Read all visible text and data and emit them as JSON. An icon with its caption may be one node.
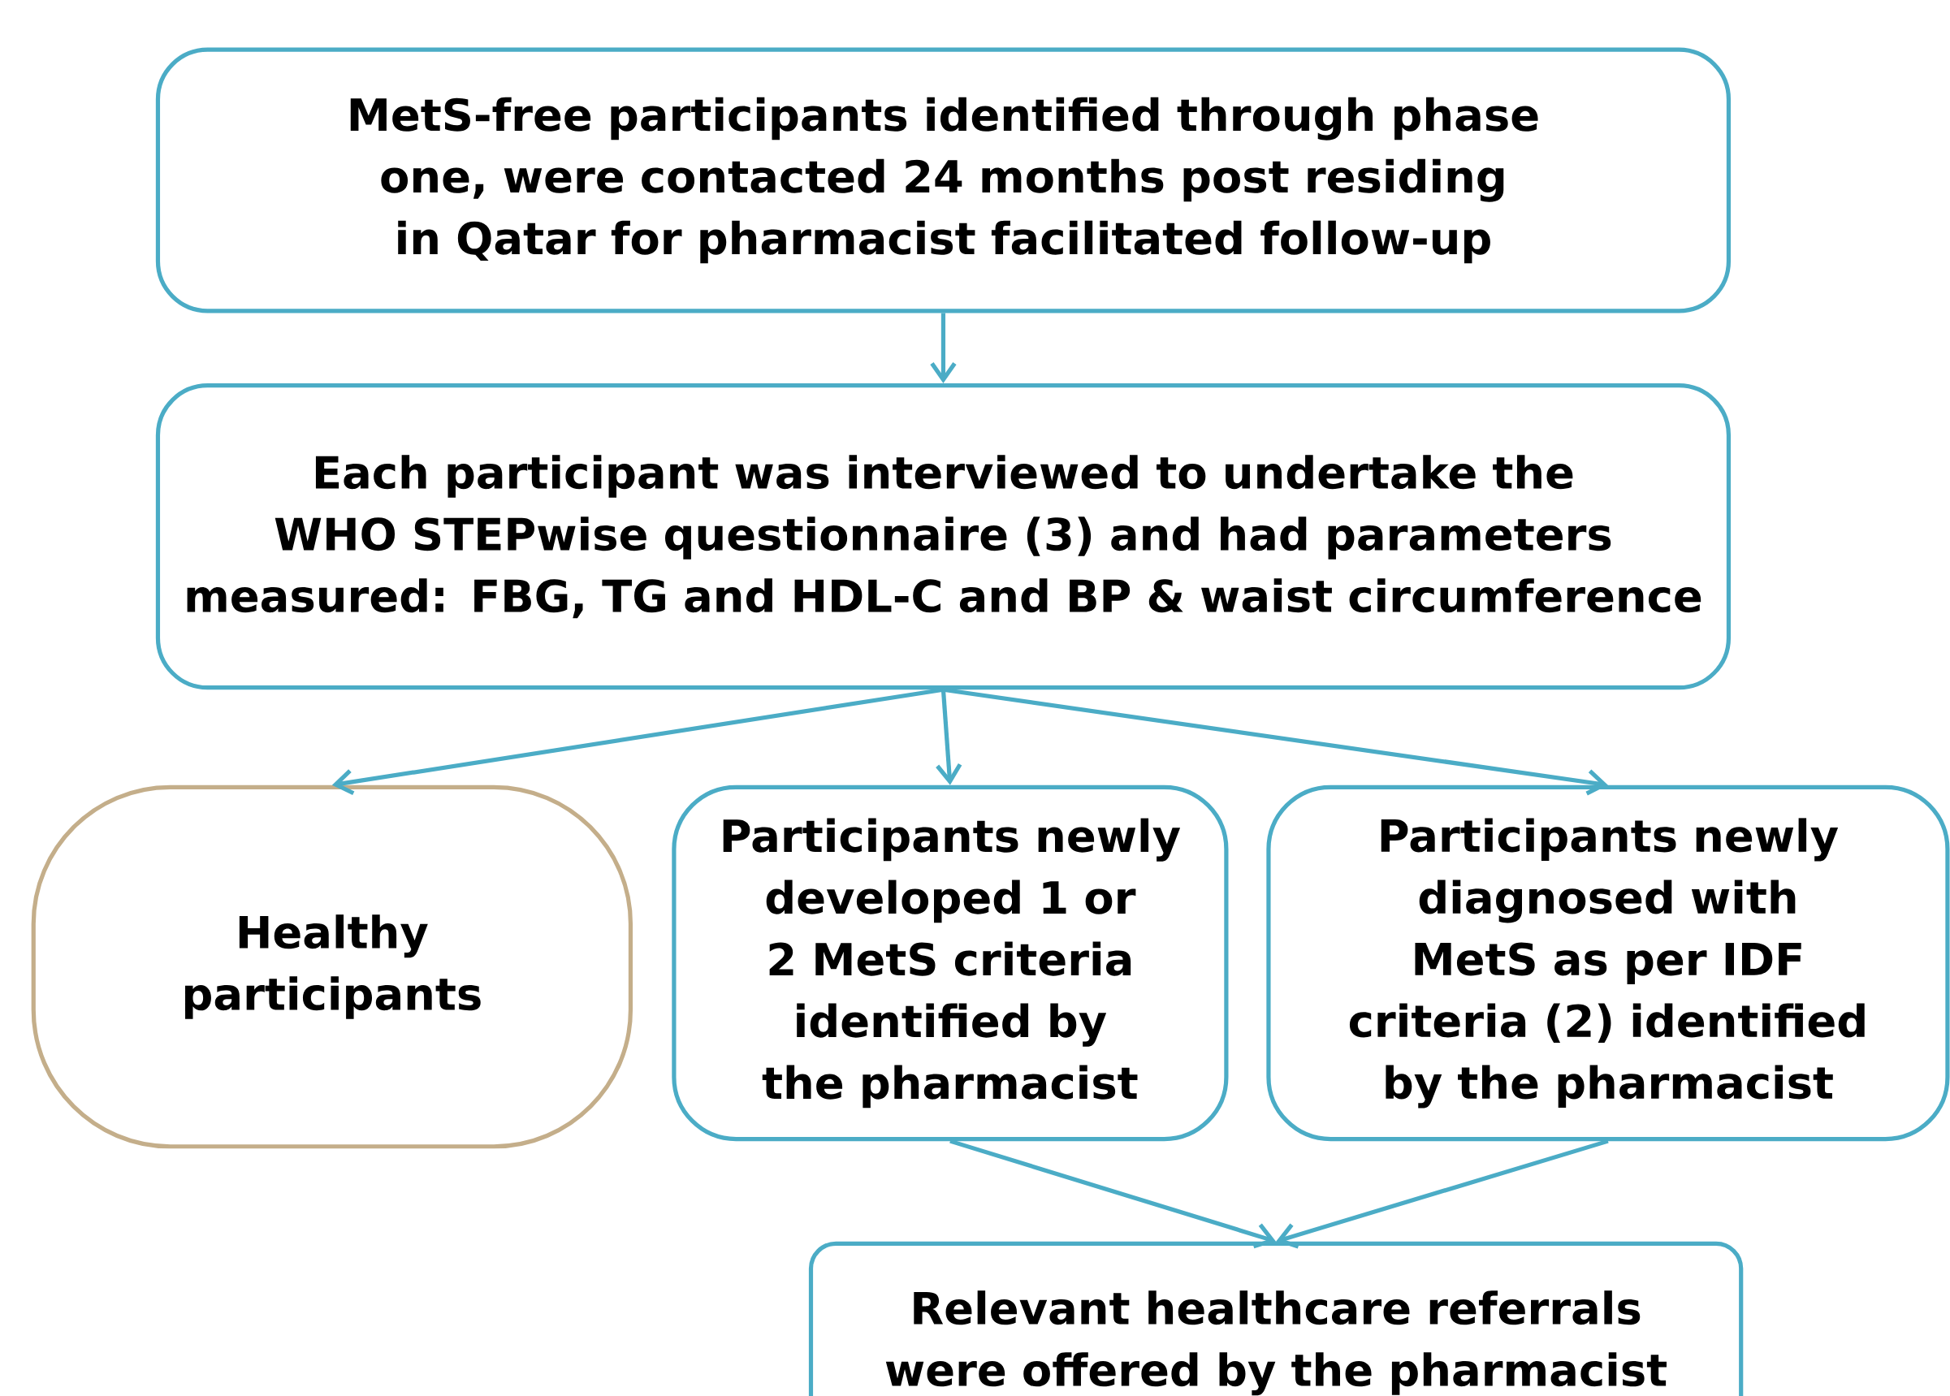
{
  "diagram": {
    "nodes": [
      {
        "text": [
          "MetS-free participants identified through phase one, were contacted 24 months post residing in Qatar for pharmacist facilitated follow-up"
        ]
      },
      {
        "text": [
          "Each participant was interviewed to undertake the WHO STEPwise questionnaire (3) and had parameters measured: FBG, TG and HDL-C and BP & waist circumference"
        ]
      },
      {
        "text": [
          "Healthy participants"
        ]
      },
      {
        "text": [
          "Participants newly developed 1 or 2 MetS criteria identified by the pharmacist"
        ]
      },
      {
        "text": [
          "Participants newly diagnosed with MetS as per IDF criteria (2) identified by the pharmacist"
        ]
      },
      {
        "text": [
          "Relevant healthcare referrals were offered by the pharmacist"
        ]
      }
    ],
    "edges": [
      {
        "from": 0,
        "to": 1,
        "arrow": "to"
      },
      {
        "from": 1,
        "to": 2,
        "arrow": "to"
      },
      {
        "from": 1,
        "to": 3,
        "arrow": "to"
      },
      {
        "from": 1,
        "to": 4,
        "arrow": "to"
      },
      {
        "from": 3,
        "to": 5,
        "arrow": "to"
      },
      {
        "from": 4,
        "to": 5,
        "arrow": "to"
      }
    ]
  }
}
